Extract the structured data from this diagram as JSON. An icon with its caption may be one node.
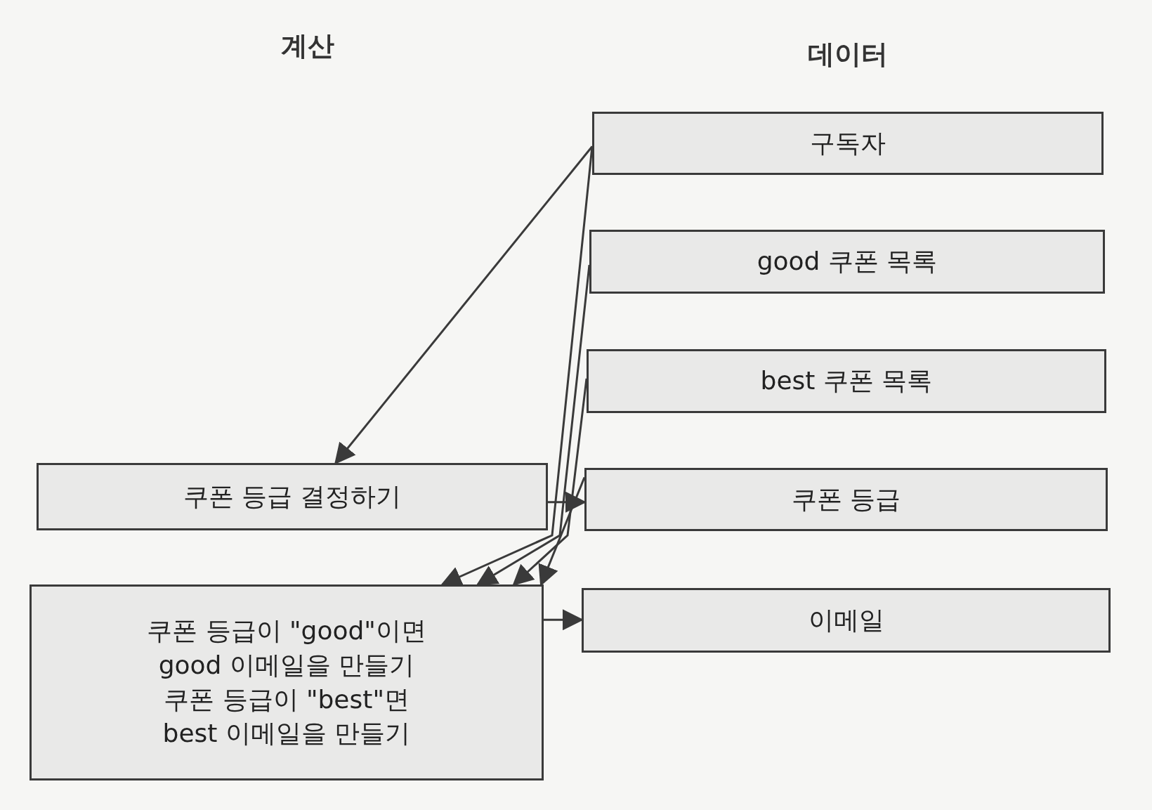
{
  "diagram": {
    "nodes": [
      {
        "text": [
          "구독자"
        ]
      },
      {
        "text": [
          "good 쿠폰 목록"
        ]
      },
      {
        "text": [
          "best 쿠폰 목록"
        ]
      },
      {
        "text": [
          "쿠폰 등급 결정하기"
        ]
      },
      {
        "text": [
          "쿠폰 등급"
        ]
      },
      {
        "text": [
          "쿠폰 등급이 \"good\"이면",
          "good 이메일을 만들기",
          "쿠폰 등급이 \"best\"면",
          "best 이메일을 만들기"
        ]
      },
      {
        "text": [
          "이메일"
        ]
      }
    ],
    "edges": [
      {
        "from": 0,
        "to": 3,
        "arrow": "to"
      },
      {
        "from": 0,
        "to": 5,
        "arrow": "to"
      },
      {
        "from": 1,
        "to": 5,
        "arrow": "to"
      },
      {
        "from": 2,
        "to": 5,
        "arrow": "to"
      },
      {
        "from": 4,
        "to": 5,
        "arrow": "to"
      },
      {
        "from": 3,
        "to": 4,
        "arrow": "to"
      },
      {
        "from": 5,
        "to": 6,
        "arrow": "to"
      }
    ],
    "labels": [
      "계산",
      "데이터"
    ]
  }
}
